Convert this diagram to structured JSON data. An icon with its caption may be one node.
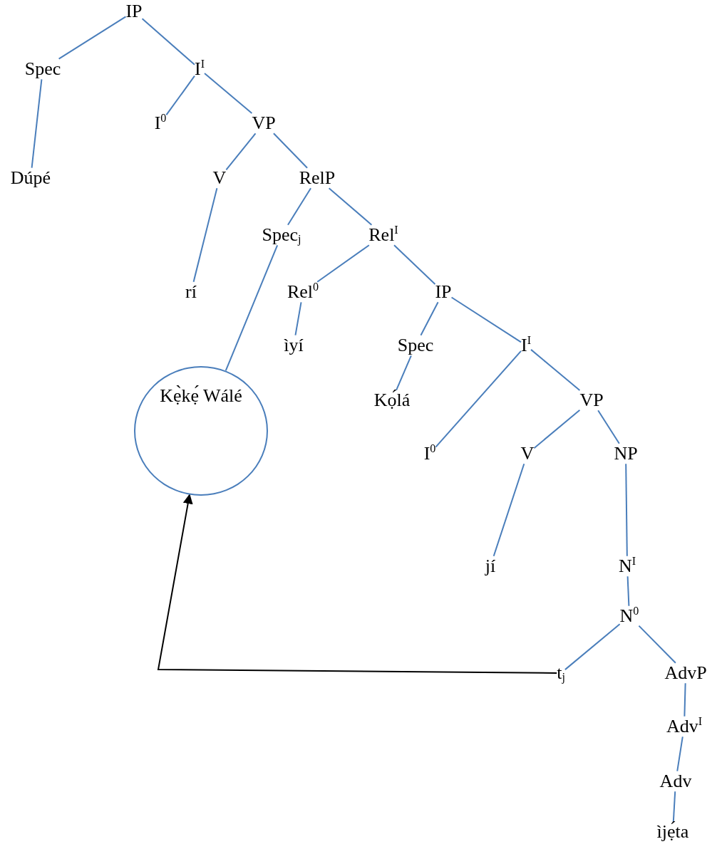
{
  "diagram": {
    "nodes": [
      {
        "text": [
          "IP"
        ]
      },
      {
        "text": [
          "Spec"
        ]
      },
      {
        "text": [
          "I$^{I}$"
        ]
      },
      {
        "text": [
          "Dúpé"
        ]
      },
      {
        "text": [
          "I$^{0}$"
        ]
      },
      {
        "text": [
          "VP"
        ]
      },
      {
        "text": [
          "V"
        ]
      },
      {
        "text": [
          "RelP"
        ]
      },
      {
        "text": [
          "rí"
        ]
      },
      {
        "text": [
          "Spec$_{j}$"
        ]
      },
      {
        "text": [
          "Rel$^{I}$"
        ]
      },
      {
        "text": [
          "Rel$^{0}$"
        ]
      },
      {
        "text": [
          "IP"
        ]
      },
      {
        "text": [
          "ìyí"
        ]
      },
      {
        "text": [
          "Spec"
        ]
      },
      {
        "text": [
          "I$^{I}$"
        ]
      },
      {
        "text": [
          "Kẹ̀kẹ́ Wálé"
        ]
      },
      {
        "text": [
          "Kọ́lá"
        ]
      },
      {
        "text": [
          "VP"
        ]
      },
      {
        "text": [
          "I$^{0}$"
        ]
      },
      {
        "text": [
          "V"
        ]
      },
      {
        "text": [
          "NP"
        ]
      },
      {
        "text": [
          "jí"
        ]
      },
      {
        "text": [
          "N$^{I}$"
        ]
      },
      {
        "text": [
          "N$^{0}$"
        ]
      },
      {
        "text": [
          "t$_{j}$"
        ]
      },
      {
        "text": [
          "AdvP"
        ]
      },
      {
        "text": [
          "Adv$^{I}$"
        ]
      },
      {
        "text": [
          "Adv"
        ]
      },
      {
        "text": [
          "ìjẹ́ta"
        ]
      }
    ],
    "edges": [
      {
        "from": 0,
        "to": 1,
        "arrow": "none"
      },
      {
        "from": 0,
        "to": 2,
        "arrow": "none"
      },
      {
        "from": 1,
        "to": 3,
        "arrow": "none"
      },
      {
        "from": 2,
        "to": 4,
        "arrow": "none"
      },
      {
        "from": 2,
        "to": 5,
        "arrow": "none"
      },
      {
        "from": 5,
        "to": 6,
        "arrow": "none"
      },
      {
        "from": 5,
        "to": 7,
        "arrow": "none"
      },
      {
        "from": 6,
        "to": 8,
        "arrow": "none"
      },
      {
        "from": 7,
        "to": 9,
        "arrow": "none"
      },
      {
        "from": 7,
        "to": 10,
        "arrow": "none"
      },
      {
        "from": 9,
        "to": 16,
        "arrow": "none"
      },
      {
        "from": 10,
        "to": 11,
        "arrow": "none"
      },
      {
        "from": 10,
        "to": 12,
        "arrow": "none"
      },
      {
        "from": 11,
        "to": 13,
        "arrow": "none"
      },
      {
        "from": 12,
        "to": 14,
        "arrow": "none"
      },
      {
        "from": 12,
        "to": 15,
        "arrow": "none"
      },
      {
        "from": 14,
        "to": 17,
        "arrow": "none"
      },
      {
        "from": 15,
        "to": 19,
        "arrow": "none"
      },
      {
        "from": 15,
        "to": 18,
        "arrow": "none"
      },
      {
        "from": 18,
        "to": 20,
        "arrow": "none"
      },
      {
        "from": 18,
        "to": 21,
        "arrow": "none"
      },
      {
        "from": 20,
        "to": 22,
        "arrow": "none"
      },
      {
        "from": 21,
        "to": 23,
        "arrow": "none"
      },
      {
        "from": 23,
        "to": 24,
        "arrow": "none"
      },
      {
        "from": 24,
        "to": 25,
        "arrow": "none"
      },
      {
        "from": 24,
        "to": 26,
        "arrow": "none"
      },
      {
        "from": 26,
        "to": 27,
        "arrow": "none"
      },
      {
        "from": 27,
        "to": 28,
        "arrow": "none"
      },
      {
        "from": 28,
        "to": 29,
        "arrow": "none"
      },
      {
        "from": 25,
        "to": 16,
        "arrow": "to",
        "color": "#000000"
      }
    ]
  }
}
